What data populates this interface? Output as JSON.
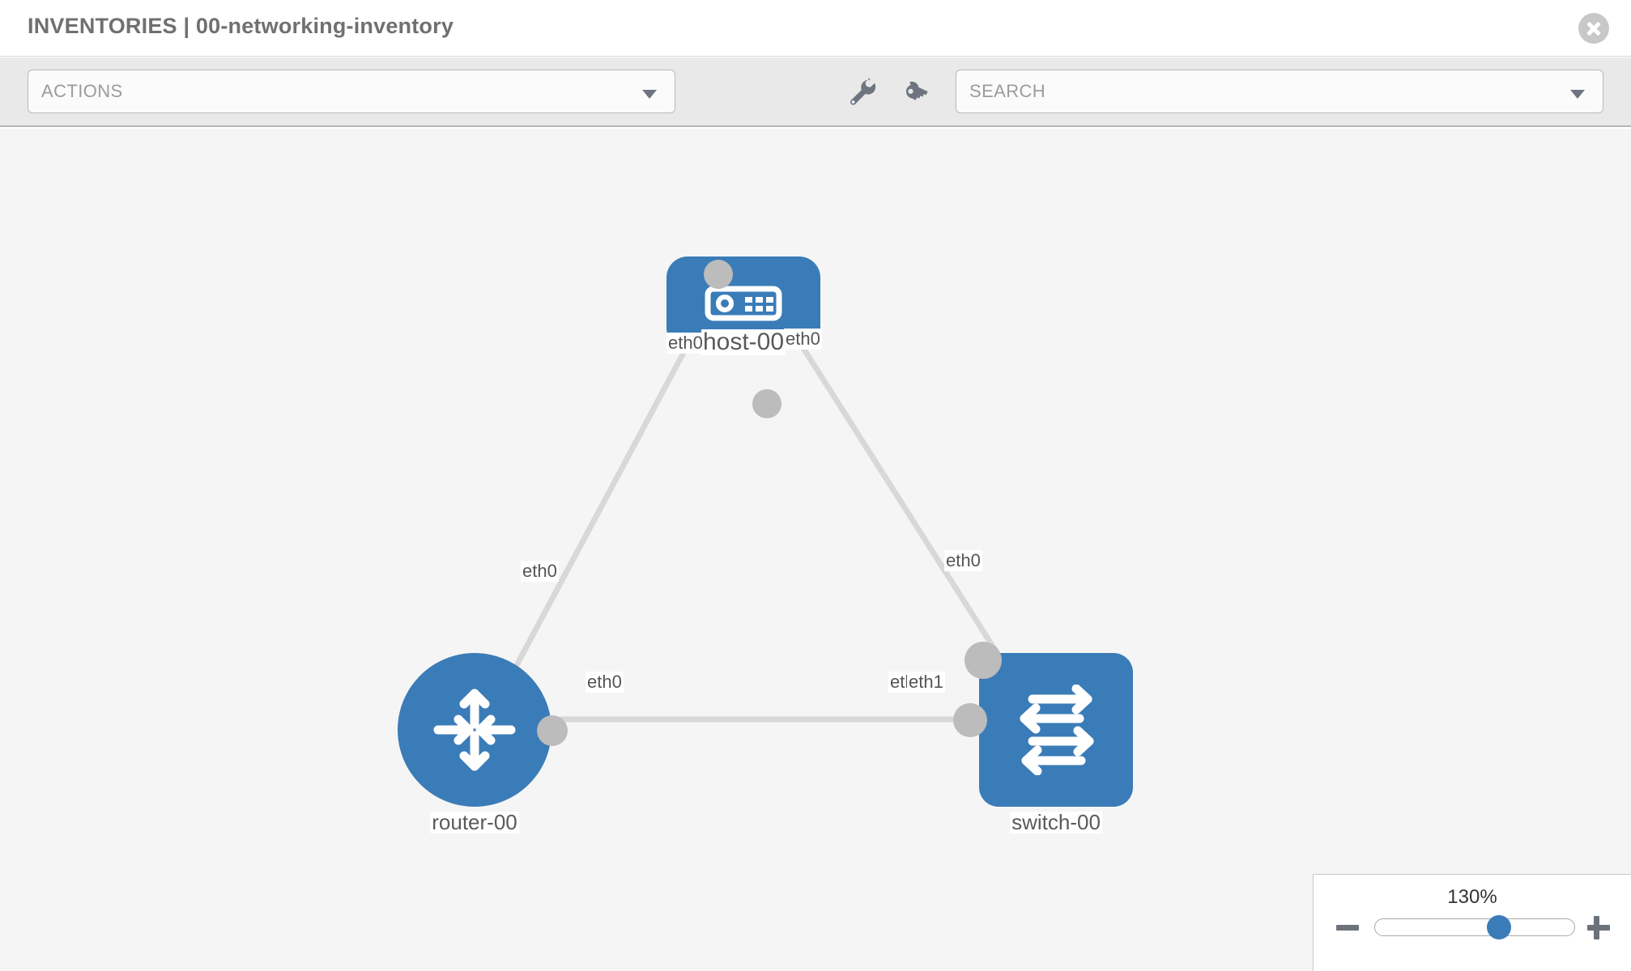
{
  "header": {
    "title": "INVENTORIES | 00-networking-inventory",
    "close_icon": "close-circle-icon"
  },
  "toolbar": {
    "actions": {
      "label": "ACTIONS",
      "caret_icon": "chevron-down-icon"
    },
    "search": {
      "placeholder": "SEARCH",
      "value": "",
      "caret_icon": "chevron-down-icon"
    },
    "wrench_icon": "wrench-icon",
    "key_icon": "key-icon"
  },
  "topology": {
    "nodes": [
      {
        "id": "host-00",
        "label": "host-00",
        "type": "host",
        "icon": "server-icon",
        "color": "#3a7cb8"
      },
      {
        "id": "router-00",
        "label": "router-00",
        "type": "router",
        "icon": "router-icon",
        "color": "#3a7cb8"
      },
      {
        "id": "switch-00",
        "label": "switch-00",
        "type": "switch",
        "icon": "switch-icon",
        "color": "#3a7cb8"
      }
    ],
    "edges": [
      {
        "from": "host-00",
        "to": "router-00",
        "from_interface": "eth0",
        "to_interface": "eth0"
      },
      {
        "from": "host-00",
        "to": "switch-00",
        "from_interface": "eth0",
        "to_interface": "eth0"
      },
      {
        "from": "router-00",
        "to": "switch-00",
        "from_interface": "eth0",
        "to_interface": "eth1"
      }
    ],
    "interface_labels": {
      "host_left": "eth0",
      "host_right": "eth0",
      "router_up": "eth0",
      "switch_up": "eth0",
      "router_right": "eth0",
      "switch_left_a": "eth0",
      "switch_left_b": "eth1"
    },
    "link_color": "#d8d8d8",
    "connector_color": "#bcbcbc"
  },
  "zoom_control": {
    "level": "130%",
    "slider_percent": 62,
    "minus_label": "zoom-out",
    "plus_label": "zoom-in"
  }
}
